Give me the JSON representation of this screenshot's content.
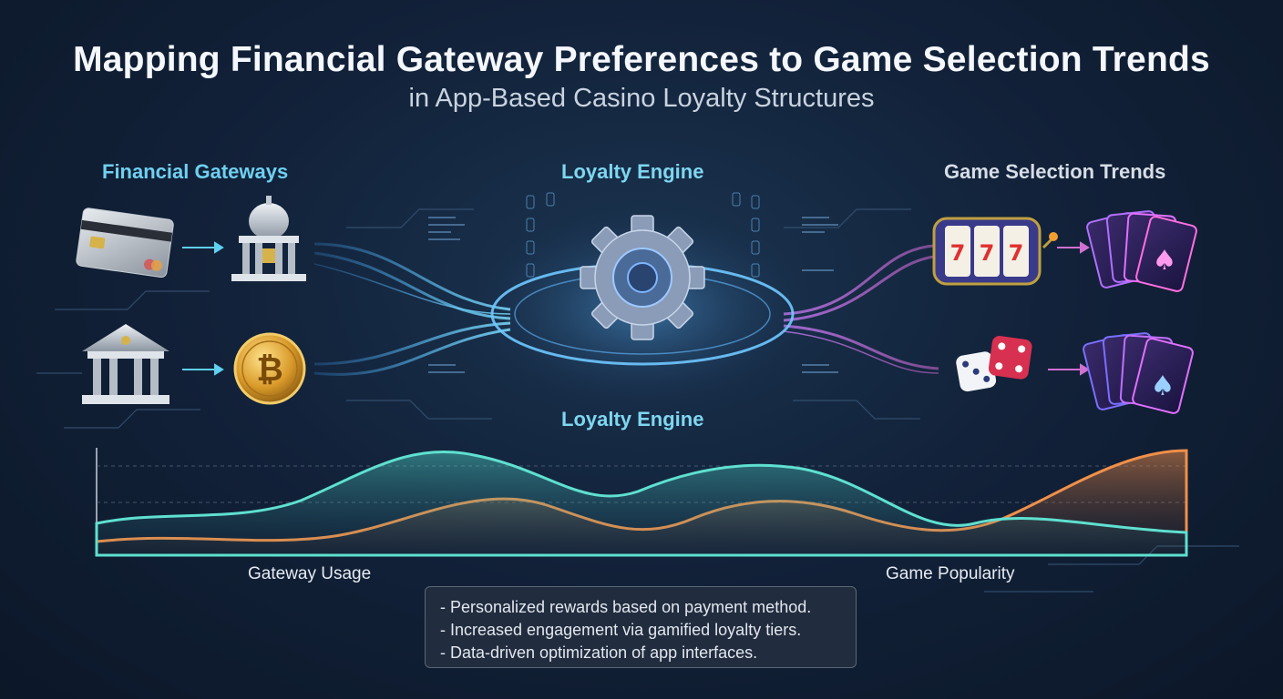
{
  "header": {
    "title": "Mapping Financial Gateway Preferences to Game Selection Trends",
    "subtitle": "in App-Based Casino Loyalty Structures"
  },
  "sections": {
    "left": "Financial Gateways",
    "middle": "Loyalty Engine",
    "middle_bottom": "Loyalty Engine",
    "right": "Game Selection Trends"
  },
  "icons": {
    "gateways": [
      "credit-card-icon",
      "bank-icon",
      "bank-icon",
      "bitcoin-icon"
    ],
    "engine": "gear-icon",
    "games": [
      "slot-machine-icon",
      "playing-cards-icon",
      "dice-icon",
      "playing-cards-icon"
    ]
  },
  "chart": {
    "left_label": "Gateway Usage",
    "right_label": "Game Popularity"
  },
  "notes": [
    "- Personalized rewards based on payment method.",
    "- Increased engagement via gamified loyalty tiers.",
    "- Data-driven optimization of app interfaces."
  ],
  "colors": {
    "cyan": "#5fe0d0",
    "orange": "#f0904a",
    "purple": "#b070e0",
    "accent_blue": "#6fd0f0"
  }
}
